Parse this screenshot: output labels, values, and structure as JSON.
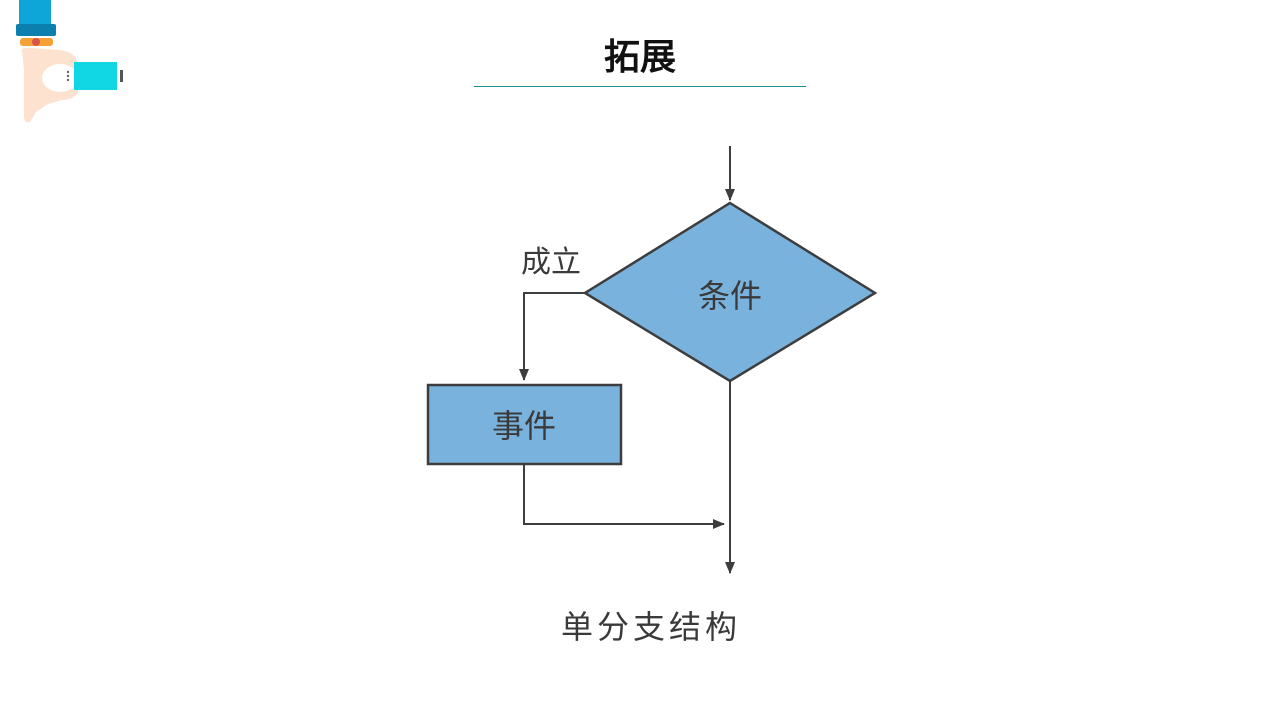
{
  "slide": {
    "title": "拓展"
  },
  "colors": {
    "shape_fill": "#7ab2de",
    "shape_stroke": "#3d3d3d",
    "line": "#3d3d3d",
    "title_rule": "#1f8f8f",
    "logo_teal": "#0ea5d8",
    "logo_cyan": "#11d6e4",
    "logo_hand": "#fde2cf",
    "logo_orange": "#f4a236"
  },
  "logo": {
    "icon": "hand-holding-card-icon"
  },
  "diagram": {
    "decision_label": "条件",
    "process_label": "事件",
    "true_branch_label": "成立",
    "caption": "单分支结构"
  }
}
